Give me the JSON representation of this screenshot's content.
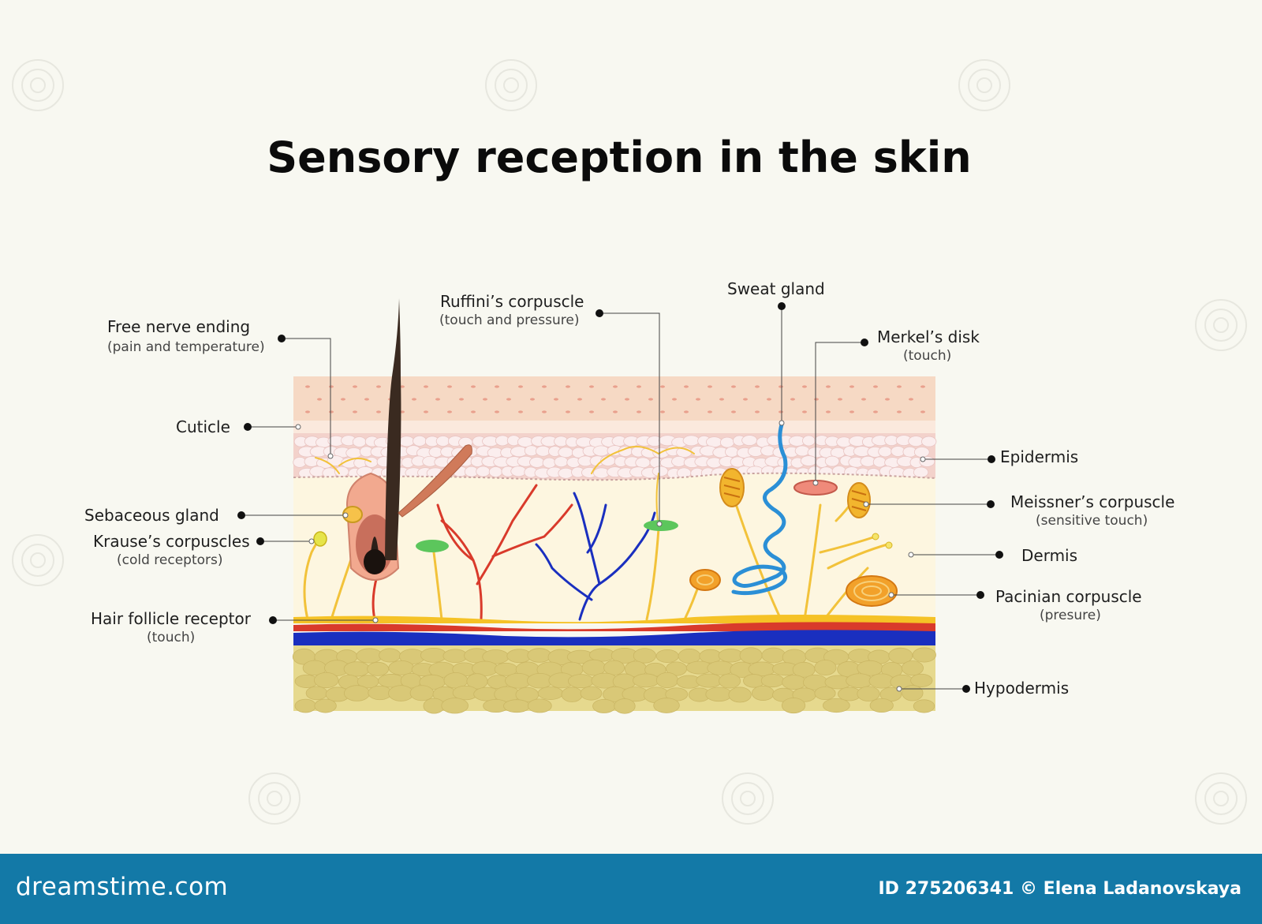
{
  "title": "Sensory reception in the skin",
  "labels": {
    "free_nerve_ending": "Free nerve ending",
    "free_nerve_ending_sub": "(pain and temperature)",
    "cuticle": "Cuticle",
    "sebaceous_gland": "Sebaceous gland",
    "krause": "Krause’s corpuscles",
    "krause_sub": "(cold receptors)",
    "hair_follicle": "Hair follicle receptor",
    "hair_follicle_sub": "(touch)",
    "ruffini": "Ruffini’s corpuscle",
    "ruffini_sub": "(touch and pressure)",
    "sweat_gland": "Sweat gland",
    "merkel": "Merkel’s disk",
    "merkel_sub": "(touch)",
    "epidermis": "Epidermis",
    "meissner": "Meissner’s corpuscle",
    "meissner_sub": "(sensitive touch)",
    "dermis": "Dermis",
    "pacinian": "Pacinian corpuscle",
    "pacinian_sub": "(presure)",
    "hypodermis": "Hypodermis"
  },
  "footer": {
    "brand": "dreamstime.com",
    "credit": "ID 275206341 © Elena Ladanovskaya"
  },
  "colors": {
    "background": "#f8f8f1",
    "footer": "#1379a7",
    "cuticle": "#f6d9c4",
    "epidermis": "#f3d2cb",
    "dermis": "#fdf6e0",
    "hypodermis": "#e6d98e",
    "nerve": "#f2c23a",
    "artery": "#d93a2b",
    "vein": "#1a2fbf",
    "sweat_gland": "#2b8fd6"
  }
}
